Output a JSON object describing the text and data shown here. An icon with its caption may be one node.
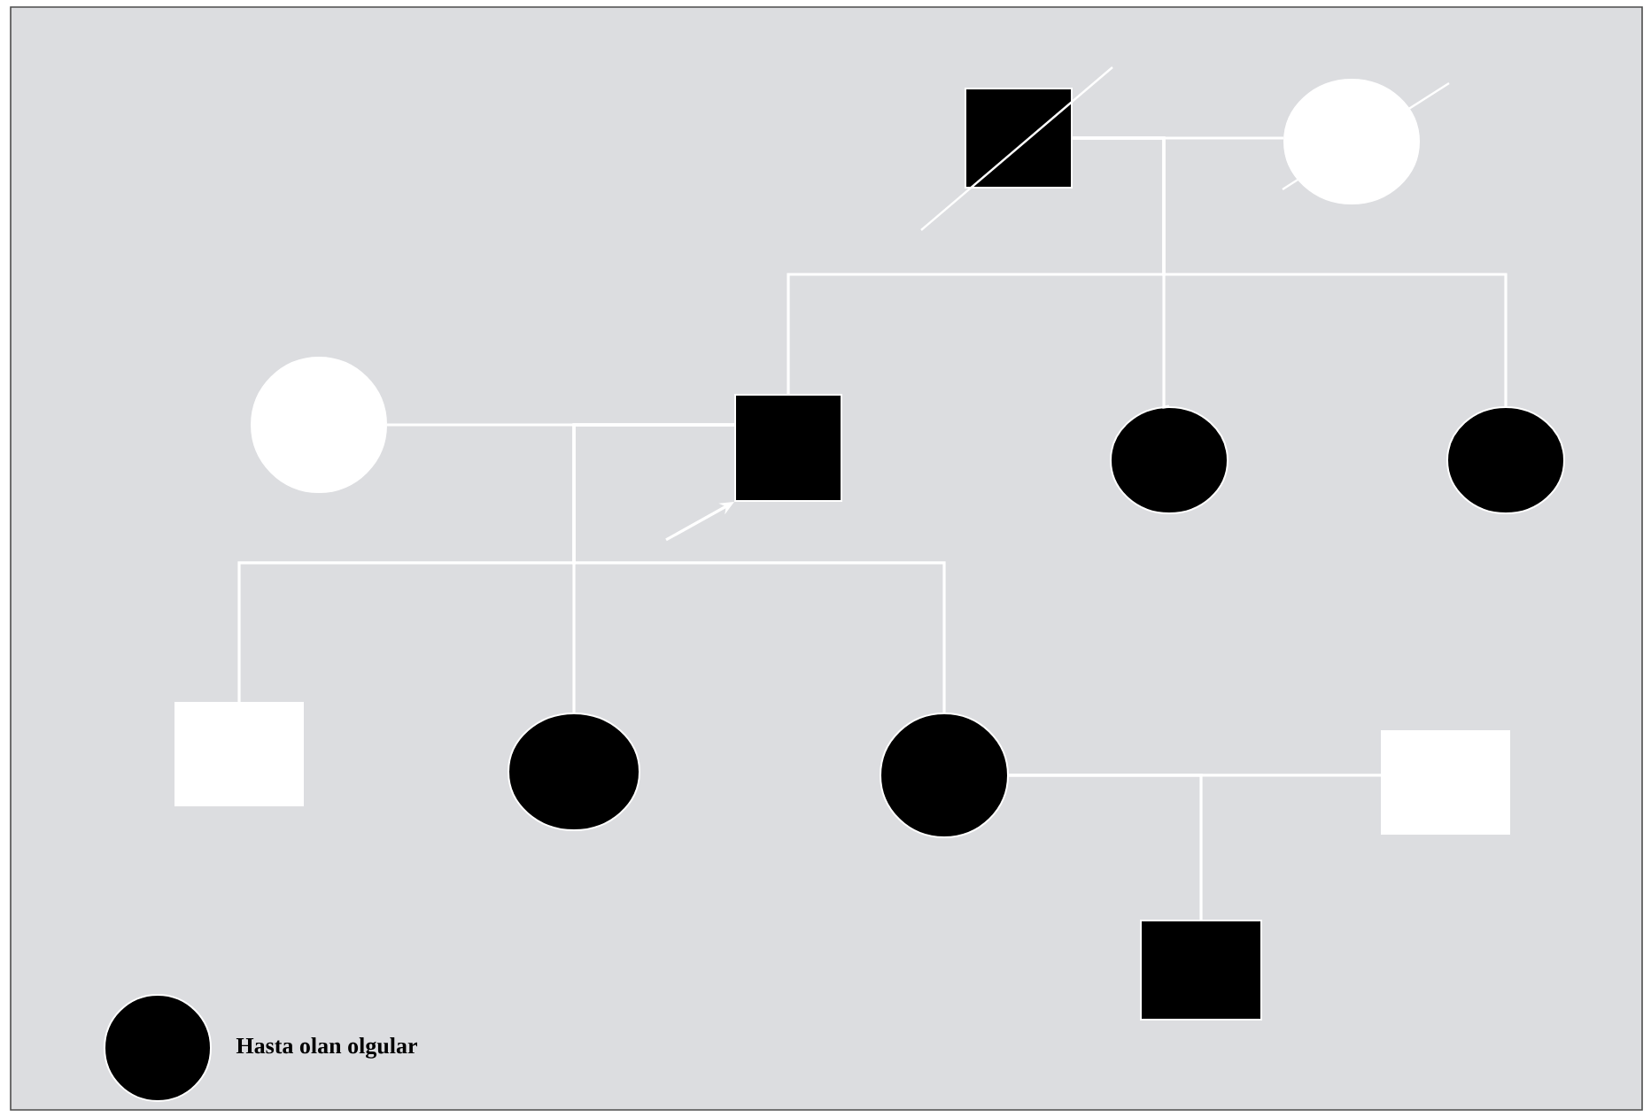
{
  "diagram": {
    "nodes": [
      {
        "text": [],
        "shape": "box"
      },
      {
        "text": [],
        "shape": "circle"
      },
      {
        "text": [],
        "shape": "circle"
      },
      {
        "text": [],
        "shape": "box"
      },
      {
        "text": [],
        "shape": "circle"
      },
      {
        "text": [],
        "shape": "circle"
      },
      {
        "text": [],
        "shape": "box"
      },
      {
        "text": [],
        "shape": "circle"
      },
      {
        "text": [],
        "shape": "circle"
      },
      {
        "text": [],
        "shape": "box"
      },
      {
        "text": [],
        "shape": "box"
      }
    ],
    "edges": [
      {
        "from": 0,
        "to": 1,
        "arrow": "none"
      },
      {
        "from": 0,
        "to": 3,
        "arrow": "none"
      },
      {
        "from": 0,
        "to": 4,
        "arrow": "none"
      },
      {
        "from": 0,
        "to": 5,
        "arrow": "none"
      },
      {
        "from": 2,
        "to": 3,
        "arrow": "none"
      },
      {
        "from": 3,
        "to": 6,
        "arrow": "none"
      },
      {
        "from": 3,
        "to": 7,
        "arrow": "none"
      },
      {
        "from": 3,
        "to": 8,
        "arrow": "none"
      },
      {
        "from": 8,
        "to": 9,
        "arrow": "none"
      },
      {
        "from": 8,
        "to": 10,
        "arrow": "none"
      },
      {
        "from": null,
        "to": 3,
        "arrow": "to"
      }
    ],
    "legend": [
      {
        "text": "Hasta olan olgular"
      }
    ]
  }
}
